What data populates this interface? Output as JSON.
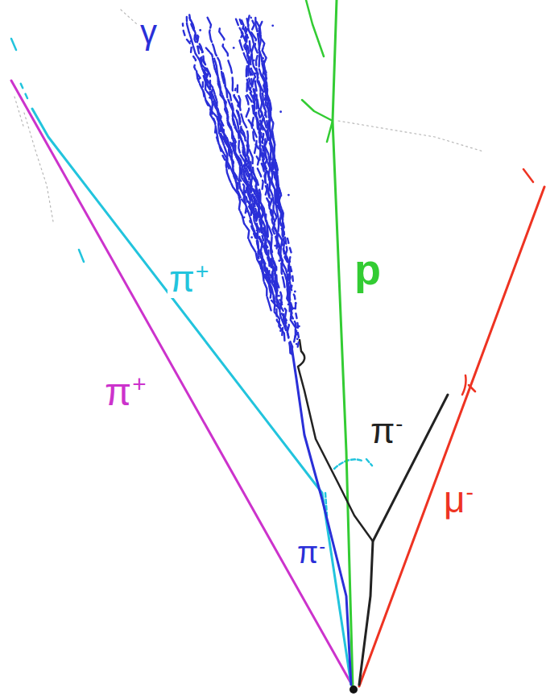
{
  "diagram": {
    "labels": [
      "γ",
      "π+",
      "p",
      "π+",
      "π-",
      "μ-",
      "π-"
    ]
  }
}
